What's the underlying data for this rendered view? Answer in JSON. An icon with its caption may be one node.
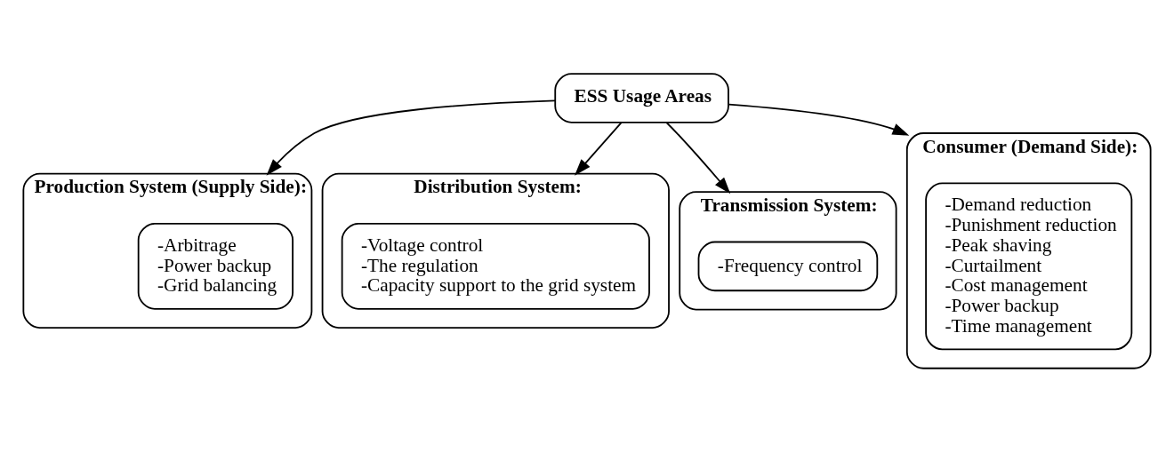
{
  "diagram": {
    "nodes": [
      {
        "text": [
          "ESS Usage Areas"
        ]
      },
      {
        "text": [
          "Production System (Supply Side):"
        ]
      },
      {
        "text": [
          "-Arbitrage",
          "-Power backup",
          "-Grid balancing"
        ],
        "in": 1
      },
      {
        "text": [
          "Distribution System:"
        ]
      },
      {
        "text": [
          "-Voltage control",
          "-The regulation",
          "-Capacity support to the grid system"
        ],
        "in": 3
      },
      {
        "text": [
          "Transmission System:"
        ]
      },
      {
        "text": [
          "-Frequency control"
        ],
        "in": 5
      },
      {
        "text": [
          "Consumer (Demand Side):"
        ]
      },
      {
        "text": [
          "-Demand reduction",
          "-Punishment reduction",
          "-Peak shaving",
          "-Curtailment",
          "-Cost management",
          "-Power backup",
          "-Time management"
        ],
        "in": 7
      }
    ],
    "edges": [
      {
        "from": 0,
        "to": 1,
        "arrow": "to"
      },
      {
        "from": 0,
        "to": 3,
        "arrow": "to"
      },
      {
        "from": 0,
        "to": 5,
        "arrow": "to"
      },
      {
        "from": 0,
        "to": 7,
        "arrow": "to"
      }
    ]
  }
}
